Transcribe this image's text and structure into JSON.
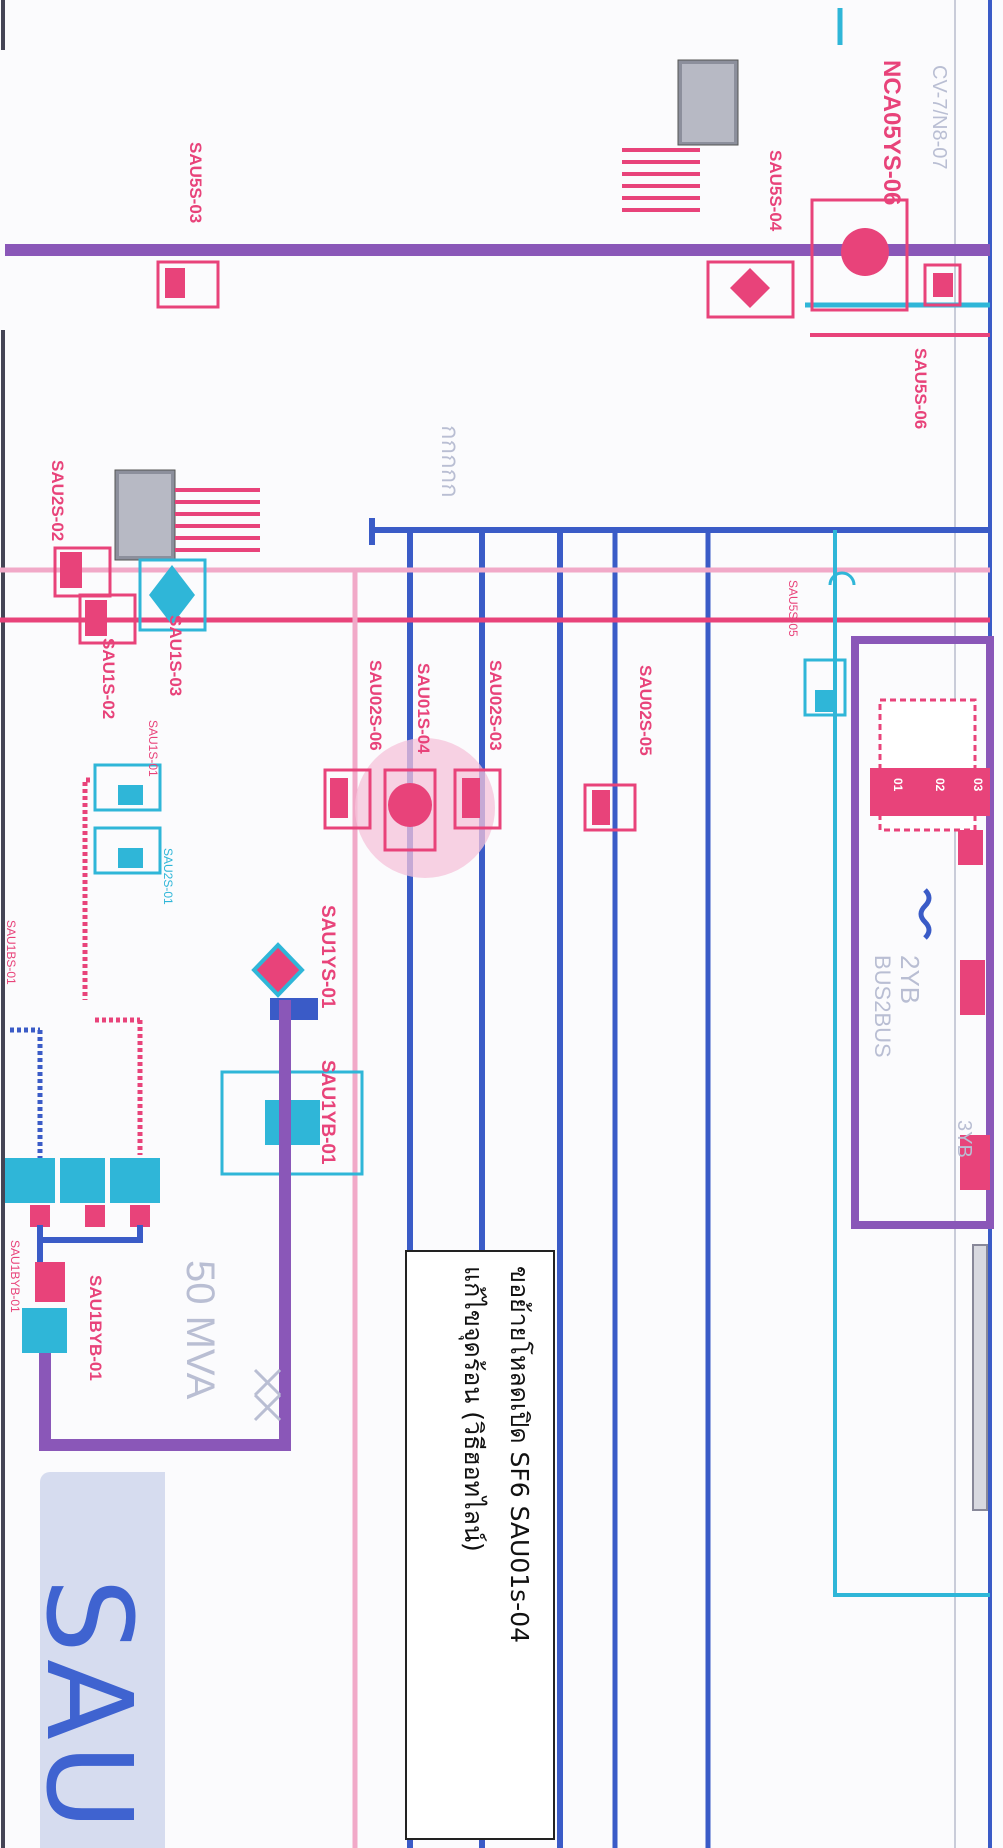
{
  "colors": {
    "purple_bus": "#8a57b8",
    "blue_bus": "#3a5bc7",
    "pink_line": "#e8437a",
    "light_pink_line": "#f1a9c8",
    "cyan_line": "#2fb6d8",
    "equipment_pink": "#e8437a",
    "equipment_cyan": "#2fb6d8"
  },
  "labels": {
    "nca05ys_06": "NCA05YS-06",
    "sau5s_03": "SAU5S-03",
    "sau5s_04": "SAU5S-04",
    "sau5s_06": "SAU5S-06",
    "sau2s_02": "SAU2S-02",
    "sau1s_03": "SAU1S-03",
    "sau1s_02": "SAU1S-02",
    "sau1s_01": "SAU1S-01",
    "sau2s_01": "SAU2S-01",
    "sau02s_06": "SAU02S-06",
    "sau01s_04": "SAU01S-04",
    "sau02s_03": "SAU02S-03",
    "sau02s_05": "SAU02S-05",
    "sau5s_05": "SAU5S-05",
    "sau1ys_01": "SAU1YS-01",
    "sau1yb_01": "SAU1YB-01",
    "sau1byb_01": "SAU1BYB-01",
    "sau1byb_01b": "SAU1BYB-01",
    "sau1bs_01": "SAU1BS-01"
  },
  "faint_text": {
    "rating": "50 MVA",
    "bus_2yb": "2YB",
    "bus_label": "BUS2BUS",
    "bus_3yb": "3YB",
    "thai_mid": "กกกกก",
    "cv_label": "CV-7/N8-07"
  },
  "breaker_panel": [
    "01",
    "02",
    "03"
  ],
  "note": {
    "line1": "ขอย้ายโหลดเปิด SF6 SAU01s-04",
    "line2": "แก้ไขจุดร้อน (วิธีฮอทไลน์)"
  },
  "title_block": {
    "text": "SAU"
  }
}
